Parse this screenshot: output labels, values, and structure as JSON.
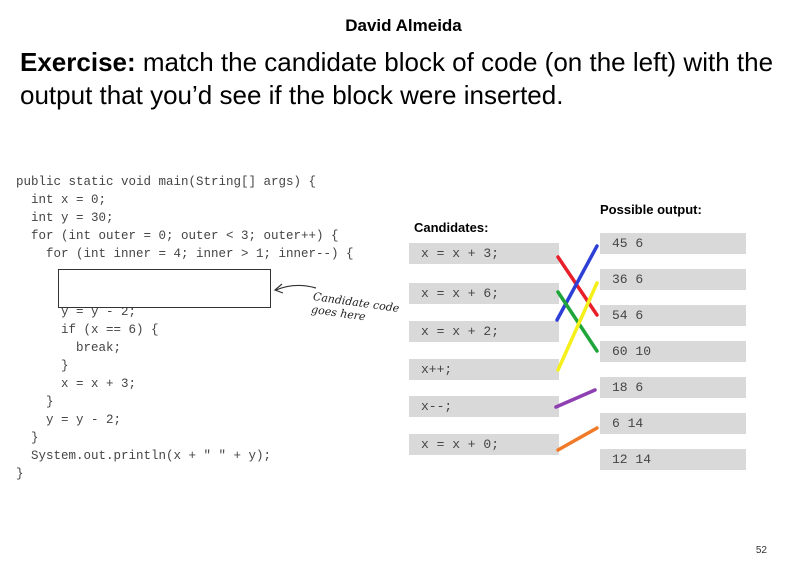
{
  "author": "David Almeida",
  "exercise": {
    "bold": "Exercise:",
    "text": " match the candidate block of code (on the left) with the output that you’d see if the block were inserted."
  },
  "code_lines": [
    "public static void main(String[] args) {",
    "  int x = 0;",
    "  int y = 30;",
    "  for (int outer = 0; outer < 3; outer++) {",
    "    for (int inner = 4; inner > 1; inner--) {",
    "",
    "",
    "      y = y - 2;",
    "      if (x == 6) {",
    "        break;",
    "      }",
    "      x = x + 3;",
    "    }",
    "    y = y - 2;",
    "  }",
    "  System.out.println(x + \" \" + y);",
    "}"
  ],
  "candidate_note_line1": "Candidate code",
  "candidate_note_line2": "goes here",
  "candidates_title": "Candidates:",
  "candidates": [
    "x = x + 3;",
    "x = x + 6;",
    "x = x + 2;",
    "x++;",
    "x--;",
    "x = x + 0;"
  ],
  "outputs_title": "Possible output:",
  "outputs": [
    "45 6",
    "36 6",
    "54 6",
    "60 10",
    "18 6",
    "6 14",
    "12 14"
  ],
  "match_colors": {
    "red": "#e8202a",
    "blue": "#2e3fd6",
    "green": "#1fa63a",
    "yellow": "#f5ef1a",
    "purple": "#8e3fb0",
    "orange": "#f07a28"
  },
  "page_number": "52"
}
